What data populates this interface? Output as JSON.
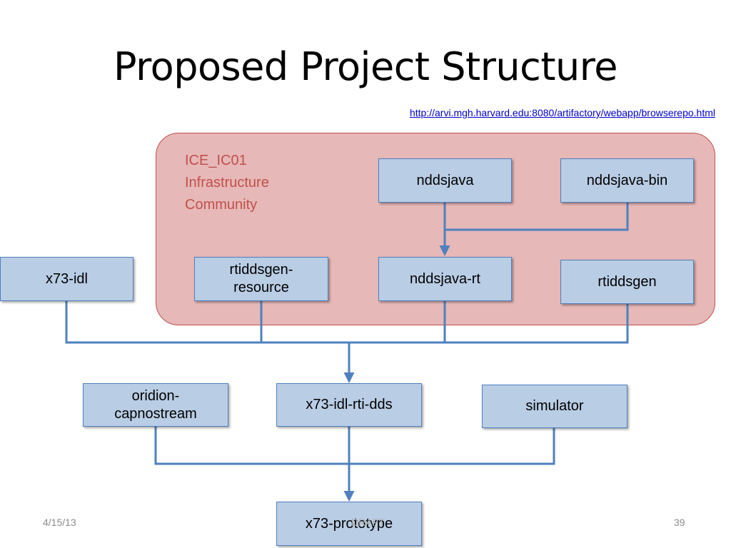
{
  "slide": {
    "title": "Proposed Project Structure",
    "link_text": "http://arvi.mgh.harvard.edu:8080/artifactory/webapp/browserepo.html",
    "footer_date": "4/15/13",
    "footer_center": "DRAFT",
    "slide_number": "39"
  },
  "community": {
    "label": "ICE_IC01\nInfrastructure\nCommunity"
  },
  "nodes": {
    "nddsjava": "nddsjava",
    "nddsjava_bin": "nddsjava-bin",
    "x73_idl": "x73-idl",
    "rtiddsgen_resource": "rtiddsgen-\nresource",
    "nddsjava_rt": "nddsjava-rt",
    "rtiddsgen": "rtiddsgen",
    "oridion_capnostream": "oridion-\ncapnostream",
    "x73_idl_rti_dds": "x73-idl-rti-dds",
    "simulator": "simulator",
    "x73_prototype": "x73-prototype"
  },
  "colors": {
    "node_fill": "#b9cde5",
    "node_border": "#4f81bd",
    "community_fill": "#e6b8b7",
    "community_border": "#c0504d",
    "community_text": "#c0504d",
    "connector": "#4f81bd",
    "link": "#0000cc"
  }
}
